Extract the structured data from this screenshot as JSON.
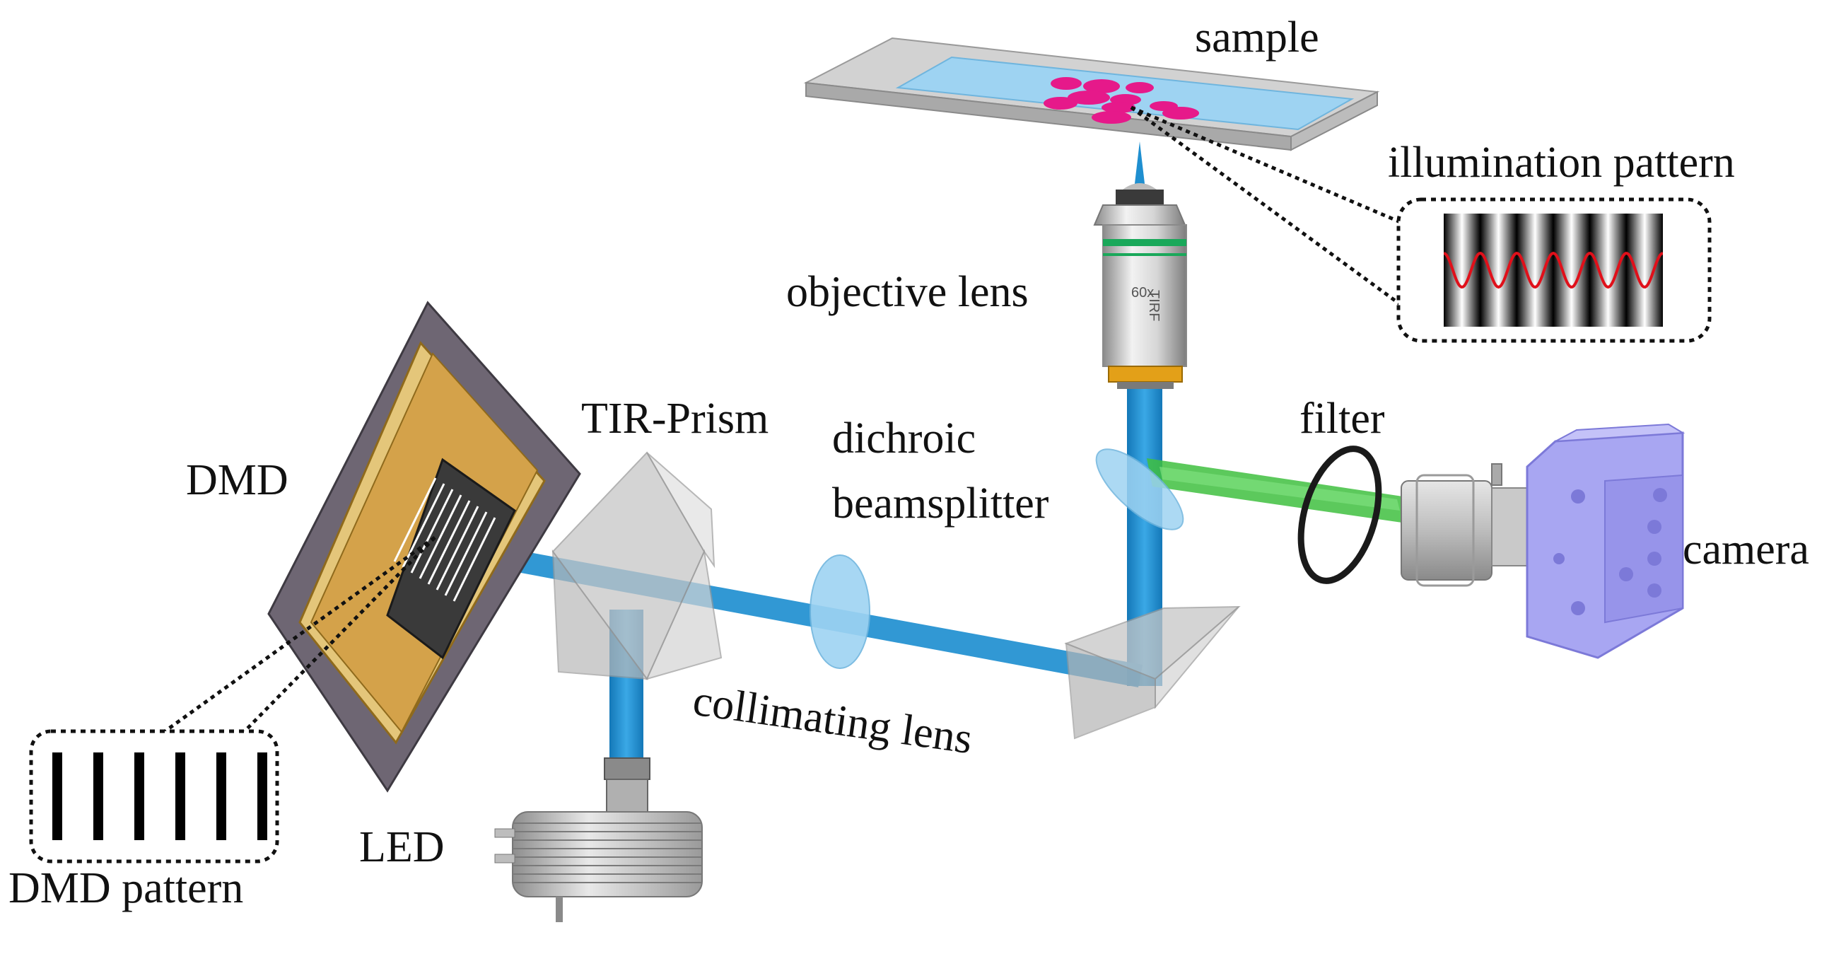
{
  "labels": {
    "sample": "sample",
    "illumination_pattern": "illumination pattern",
    "objective_lens": "objective lens",
    "tir_prism": "TIR-Prism",
    "dichroic_line1": "dichroic",
    "dichroic_line2": "beamsplitter",
    "filter": "filter",
    "camera": "camera",
    "dmd": "DMD",
    "collimating_lens": "collimating lens",
    "led": "LED",
    "dmd_pattern": "DMD pattern"
  },
  "colors": {
    "excitation_beam": "#1f8fd0",
    "emission_beam": "#3fbf3f",
    "sample_cells": "#e6198a",
    "sample_well": "#9ed3f2",
    "dmd_frame": "#d4a24a",
    "dmd_plate": "#6e6673",
    "camera_body": "#a8a6f2",
    "illumination_wave": "#e0101a",
    "objective_band": "#1aa85a",
    "objective_collar": "#e3a018"
  },
  "icons": {
    "illumination_pattern": "sinusoidal-fringe-pattern",
    "dmd_pattern": "binary-stripe-pattern"
  }
}
